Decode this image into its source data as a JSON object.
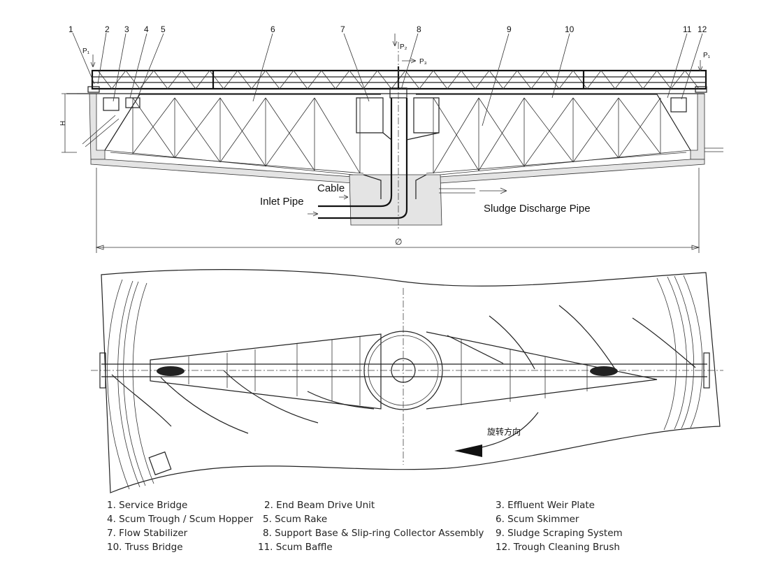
{
  "callouts": [
    "1",
    "2",
    "3",
    "4",
    "5",
    "6",
    "7",
    "8",
    "9",
    "10",
    "11",
    "12"
  ],
  "labels": {
    "p1_left": "P₁",
    "p2": "P₂",
    "p3": "P₃",
    "p1_right": "P₁",
    "height": "H",
    "cable": "Cable",
    "inlet_pipe": "Inlet Pipe",
    "sludge_pipe": "Sludge Discharge Pipe",
    "diameter": "∅",
    "rotation": "旋转方向"
  },
  "legend": [
    "1. Service Bridge",
    "2. End Beam Drive Unit",
    "3. Effluent Weir Plate",
    "4. Scum Trough / Scum Hopper",
    "5. Scum Rake",
    "6. Scum Skimmer",
    "7. Flow Stabilizer",
    "8. Support Base & Slip-ring Collector Assembly",
    "9. Sludge Scraping System",
    "10. Truss Bridge",
    "11. Scum Baffle",
    "12. Trough Cleaning Brush"
  ]
}
